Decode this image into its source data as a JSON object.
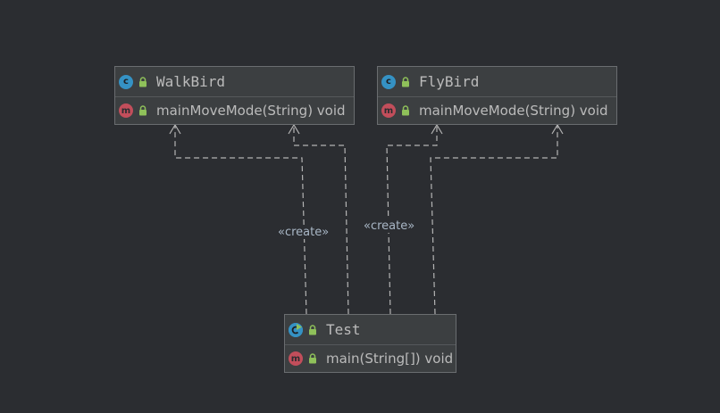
{
  "diagram": {
    "classes": {
      "walkbird": {
        "name": "WalkBird",
        "method": "mainMoveMode(String) void"
      },
      "flybird": {
        "name": "FlyBird",
        "method": "mainMoveMode(String) void"
      },
      "test": {
        "name": "Test",
        "method": "main(String[]) void"
      }
    },
    "badges": {
      "class_letter": "c",
      "method_letter": "m"
    },
    "edge_labels": [
      "«create»",
      "«create»"
    ],
    "colors": {
      "background": "#2b2d31",
      "box": "#3c3f41",
      "class_badge": "#3592c4",
      "method_badge": "#c24e5b",
      "lock": "#8fc15a",
      "edge": "#b4b4b4"
    }
  }
}
